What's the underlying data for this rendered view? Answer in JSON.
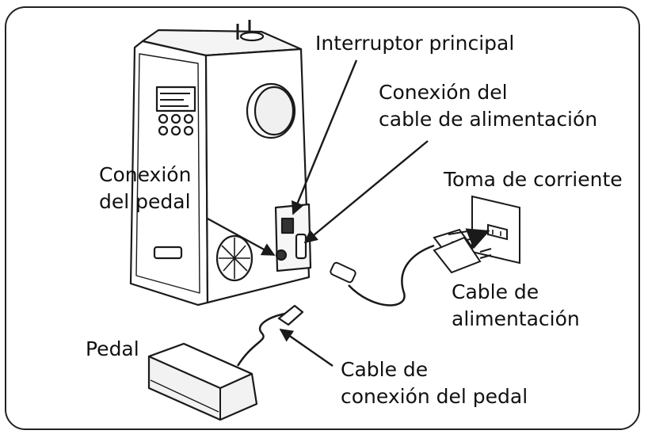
{
  "labels": {
    "main_switch": "Interruptor principal",
    "power_cable_connection": [
      "Conexión del",
      "cable de alimentación"
    ],
    "pedal_connection": [
      "Conexión",
      "del pedal"
    ],
    "outlet": "Toma de corriente",
    "power_cable": [
      "Cable de",
      "alimentación"
    ],
    "pedal": "Pedal",
    "pedal_cable": [
      "Cable de",
      "conexión del pedal"
    ]
  },
  "colors": {
    "line": "#1a1a1a",
    "fill": "#ffffff",
    "shade": "#e6e6e6"
  },
  "icons": [
    "sewing-machine-icon",
    "foot-pedal-icon",
    "power-plug-icon",
    "wall-outlet-icon"
  ]
}
